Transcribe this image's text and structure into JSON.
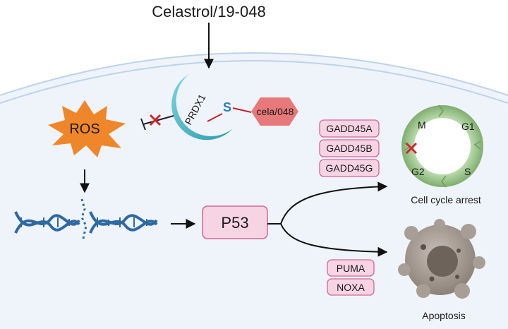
{
  "top_label": "Celastrol/19-048",
  "ros": {
    "label": "ROS"
  },
  "prdx1": {
    "label": "PRDX1",
    "sulfur": "S",
    "drug_label": "cela/048"
  },
  "p53": {
    "label": "P53"
  },
  "gadd_boxes": [
    "GADD45A",
    "GADD45B",
    "GADD45G"
  ],
  "apoptosis_boxes": [
    "PUMA",
    "NOXA"
  ],
  "cell_cycle": {
    "phases": [
      "M",
      "G1",
      "G2",
      "S"
    ],
    "caption": "Cell cycle arrest"
  },
  "apoptosis_caption": "Apoptosis",
  "colors": {
    "membrane": "#bcd3ea",
    "cytoplasm": "#eff4fa",
    "ros": "#f0862a",
    "prdx1": "#49b9c6",
    "drug": "#e8797a",
    "pink_box": "#f7d4e4",
    "pink_border": "#d2679a",
    "dna": "#2f69a3",
    "ring": "#8fbf7f",
    "inhibit_x": "#d0262d",
    "apoptotic_cell": "#9a8f87"
  },
  "icons": [
    "inhibition-arrow-icon",
    "red-cross-icon",
    "dna-helix-icon",
    "apoptotic-cell-icon"
  ]
}
